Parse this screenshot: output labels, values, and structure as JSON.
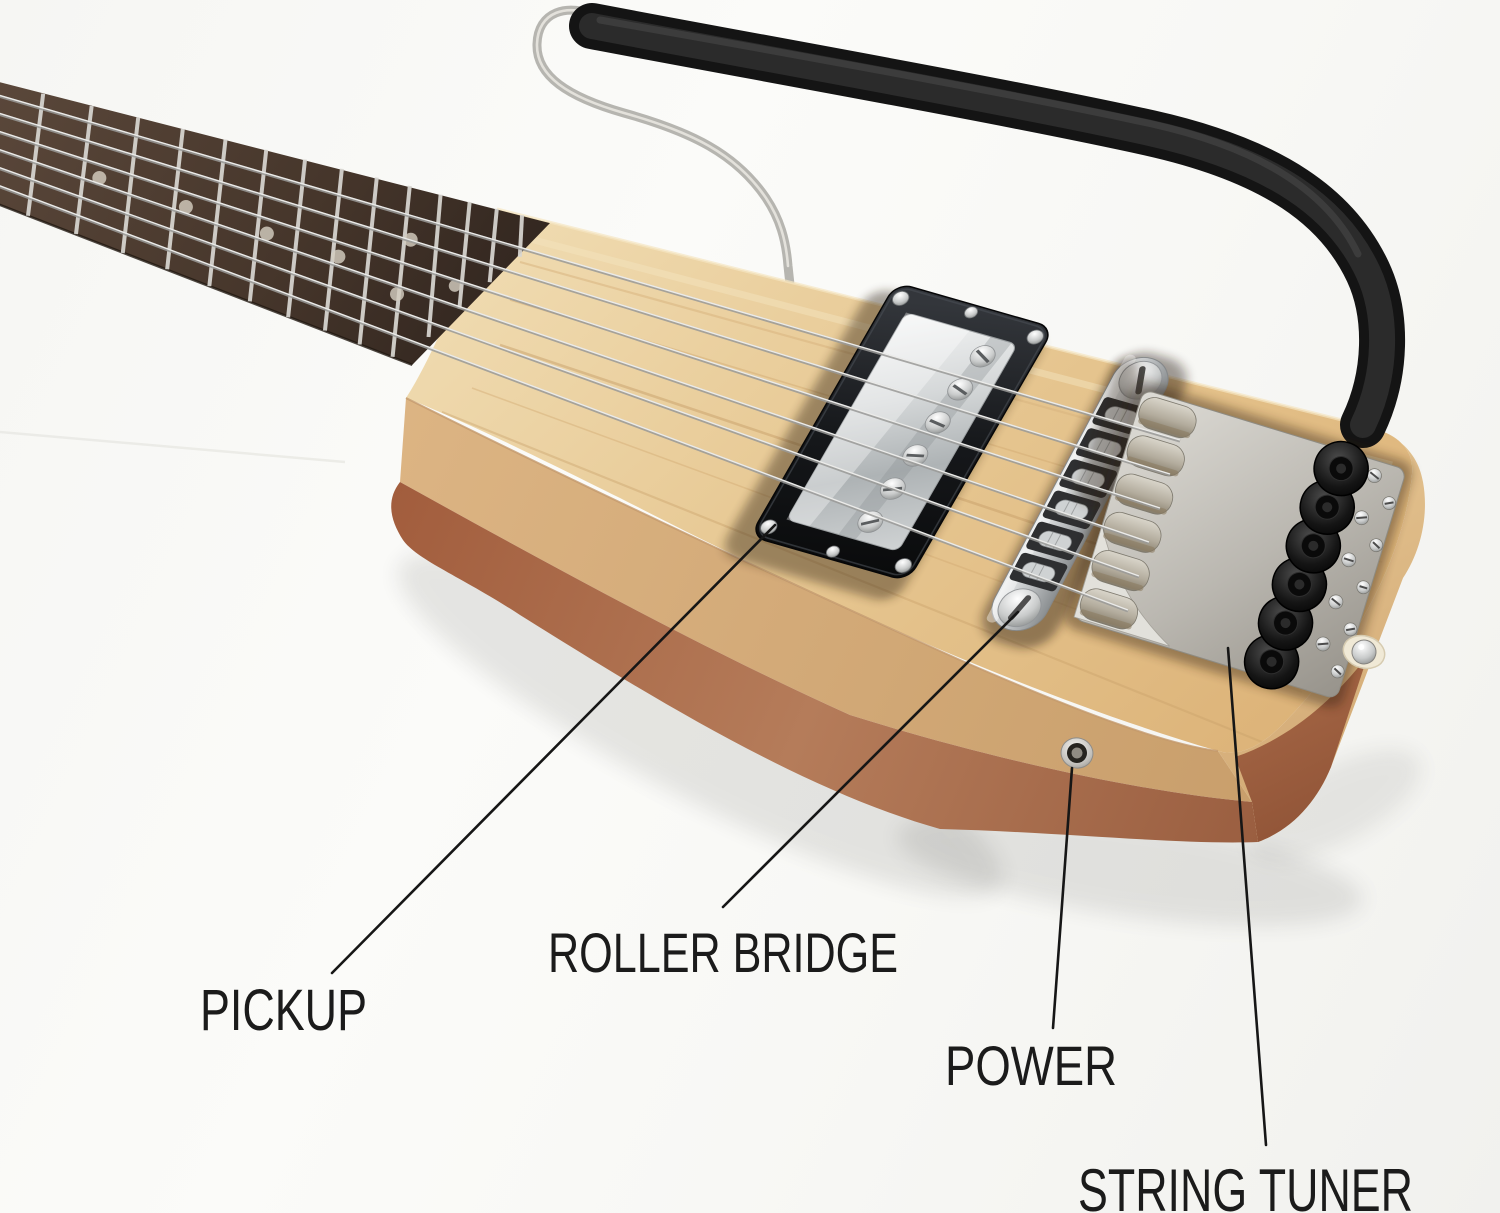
{
  "figure": {
    "kind": "annotated product photo",
    "subject": "headless travel electric guitar with labeled parts",
    "background": "#f7f7f4"
  },
  "annotations": {
    "line_color": "#161616",
    "text_color": "#1b1b1b",
    "items": [
      {
        "part": "pickup",
        "label": "PICKUP"
      },
      {
        "part": "roller-bridge",
        "label": "ROLLER BRIDGE"
      },
      {
        "part": "power",
        "label": "POWER"
      },
      {
        "part": "string-tuner",
        "label": "STRING TUNER"
      }
    ]
  },
  "palette": {
    "maple_top": "#e8cb9a",
    "maple_side": "#d2a97a",
    "mahogany": "#a96a4a",
    "fretboard": "#46362a",
    "chrome": "#cfd2d3",
    "hardware_black": "#131313",
    "string_silver": "#c9c9c7"
  },
  "counts": {
    "strings": 6,
    "tuner_knobs": 6,
    "pickup_pole_screws": 6
  }
}
